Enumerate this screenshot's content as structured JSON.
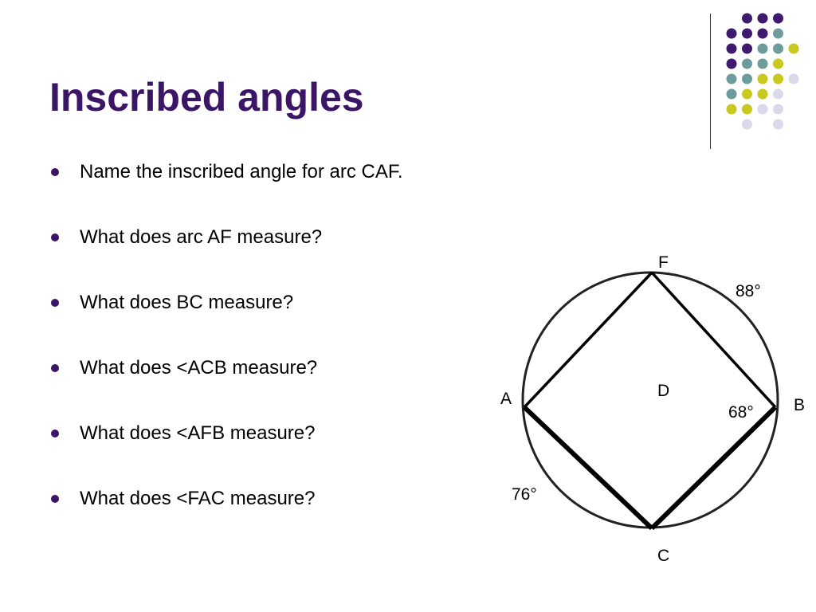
{
  "slide": {
    "title": "Inscribed angles",
    "colors": {
      "title": "#3b1566",
      "bullet": "#3b1566",
      "purple": "#3e1a6e",
      "teal": "#6e9b9b",
      "yellow": "#c8c81e",
      "lavender": "#d9d9ea"
    },
    "bullets": [
      "Name the inscribed angle for arc CAF.",
      "What does arc AF measure?",
      "What does BC measure?",
      "What does <ACB measure?",
      "What does <AFB measure?",
      "What does <FAC measure?"
    ]
  },
  "diagram": {
    "points": {
      "F": "F",
      "A": "A",
      "B": "B",
      "C": "C",
      "D": "D"
    },
    "measures": {
      "arc_FB": "88°",
      "angle_B": "68°",
      "arc_AC": "76°"
    }
  }
}
